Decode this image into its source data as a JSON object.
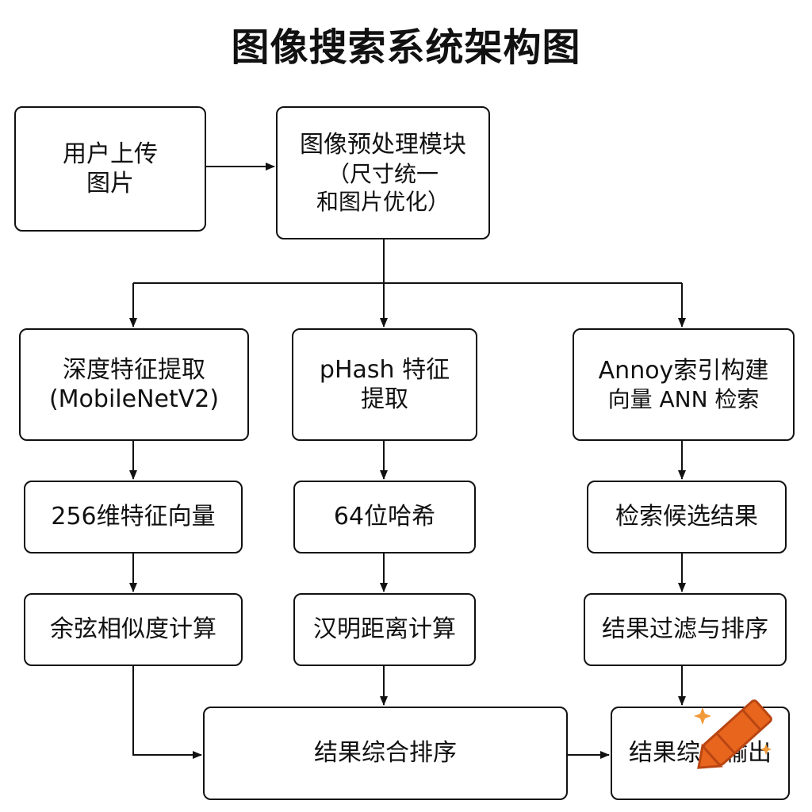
{
  "title": "图像搜索系统架构图",
  "nodes": {
    "upload": {
      "lines": [
        "用户上传",
        "图片"
      ]
    },
    "preprocess": {
      "lines": [
        "图像预处理模块",
        "（尺寸统一",
        "和图片优化）"
      ]
    },
    "mobilenet": {
      "lines": [
        "深度特征提取",
        "(MobileNetV2)"
      ]
    },
    "phash": {
      "lines": [
        "pHash 特征",
        "提取"
      ]
    },
    "annoy": {
      "lines": [
        "Annoy索引构建",
        "向量 ANN 检索"
      ]
    },
    "vec256": {
      "lines": [
        "256维特征向量"
      ]
    },
    "bits64": {
      "lines": [
        "64位哈希"
      ]
    },
    "candidates": {
      "lines": [
        "检索候选结果"
      ]
    },
    "cosine": {
      "lines": [
        "余弦相似度计算"
      ]
    },
    "hamming": {
      "lines": [
        "汉明距离计算"
      ]
    },
    "filter": {
      "lines": [
        "结果过滤与排序"
      ]
    },
    "fusion": {
      "lines": [
        "结果综合排序"
      ]
    },
    "output": {
      "lines": [
        "结果综合输出"
      ]
    }
  },
  "logo": {
    "icon": "crayon-icon",
    "colors": {
      "body": "#e8651e",
      "dark": "#b94612",
      "star": "#f29a3a"
    }
  }
}
